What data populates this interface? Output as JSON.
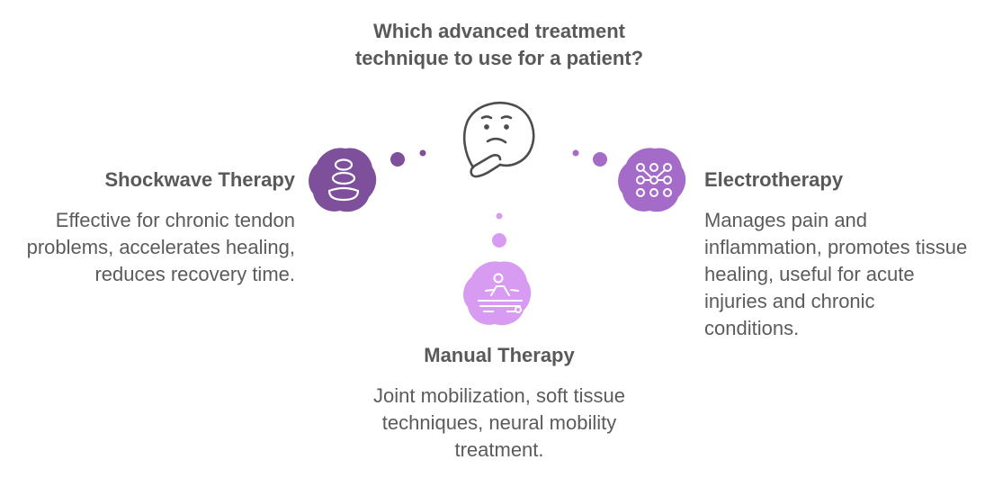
{
  "question": {
    "line1": "Which advanced treatment",
    "line2": "technique to use for a patient?"
  },
  "options": {
    "shockwave": {
      "title": "Shockwave Therapy",
      "description": "Effective for chronic tendon problems, accelerates healing, reduces recovery time.",
      "color": "#7e4f9b",
      "icon": "stacked-stones-icon"
    },
    "electrotherapy": {
      "title": "Electrotherapy",
      "description": "Manages pain and inflammation, promotes tissue healing, useful for acute injuries and chronic conditions.",
      "color": "#a56bc9",
      "icon": "circuit-nodes-icon"
    },
    "manual": {
      "title": "Manual Therapy",
      "description": "Joint mobilization, soft tissue techniques, neural mobility treatment.",
      "color": "#d89bf2",
      "icon": "massage-table-icon"
    }
  },
  "center_icon": "thinking-face-icon"
}
